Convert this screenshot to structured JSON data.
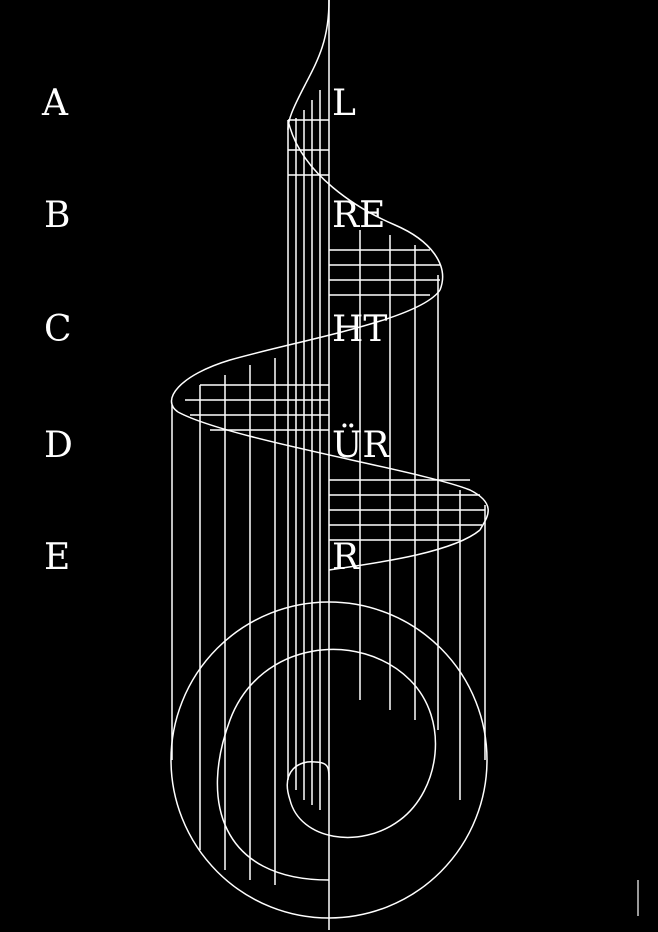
{
  "poster": {
    "left_letters": [
      "A",
      "B",
      "C",
      "D",
      "E"
    ],
    "right_letters": [
      "L",
      "RE",
      "HT",
      "ÜR",
      "R"
    ],
    "colors": {
      "background": "#000000",
      "ink": "#ffffff"
    }
  }
}
